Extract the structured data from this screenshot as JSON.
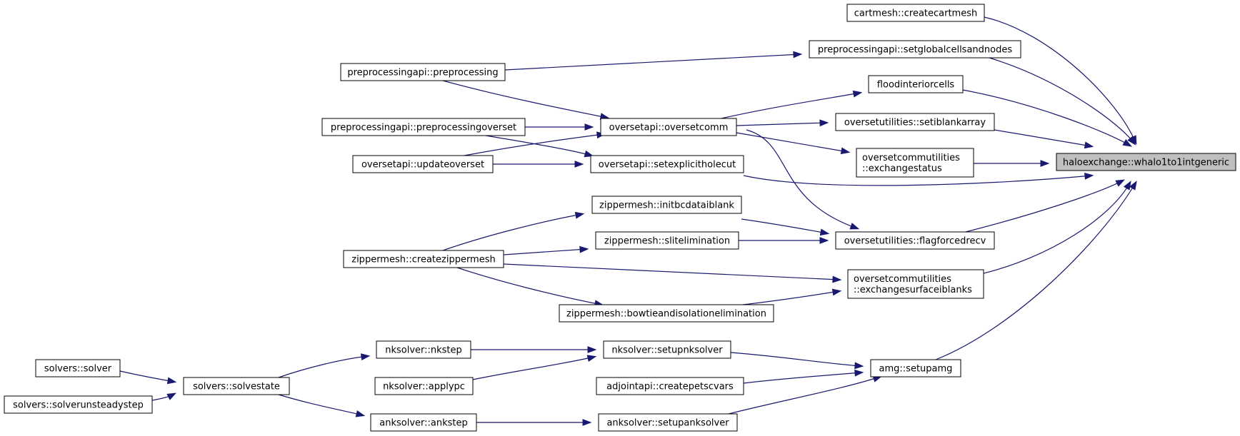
{
  "nodes": [
    {
      "id": "root",
      "lines": [
        "haloexchange::whalo1to1intgeneric"
      ],
      "highlight": true
    },
    {
      "id": "cartmesh",
      "lines": [
        "cartmesh::createcartmesh"
      ]
    },
    {
      "id": "setglobal",
      "lines": [
        "preprocessingapi::setglobalcellsandnodes"
      ]
    },
    {
      "id": "preproc",
      "lines": [
        "preprocessingapi::preprocessing"
      ]
    },
    {
      "id": "flood",
      "lines": [
        "floodinteriorcells"
      ]
    },
    {
      "id": "preprocov",
      "lines": [
        "preprocessingapi::preprocessingoverset"
      ]
    },
    {
      "id": "oversetcomm",
      "lines": [
        "oversetapi::oversetcomm"
      ]
    },
    {
      "id": "setiblank",
      "lines": [
        "oversetutilities::setiblankarray"
      ]
    },
    {
      "id": "updateov",
      "lines": [
        "oversetapi::updateoverset"
      ]
    },
    {
      "id": "setexpl",
      "lines": [
        "oversetapi::setexplicitholecut"
      ]
    },
    {
      "id": "exchstatus",
      "lines": [
        "oversetcommutilities",
        "::exchangestatus"
      ]
    },
    {
      "id": "initbc",
      "lines": [
        "zippermesh::initbcdataiblank"
      ]
    },
    {
      "id": "createzip",
      "lines": [
        "zippermesh::createzippermesh"
      ]
    },
    {
      "id": "slitelim",
      "lines": [
        "zippermesh::slitelimination"
      ]
    },
    {
      "id": "flagforced",
      "lines": [
        "oversetutilities::flagforcedrecv"
      ]
    },
    {
      "id": "bowtie",
      "lines": [
        "zippermesh::bowtieandisolationelimination"
      ]
    },
    {
      "id": "exchsurf",
      "lines": [
        "oversetcommutilities",
        "::exchangesurfaceiblanks"
      ]
    },
    {
      "id": "nkstep",
      "lines": [
        "nksolver::nkstep"
      ]
    },
    {
      "id": "setupnk",
      "lines": [
        "nksolver::setupnksolver"
      ]
    },
    {
      "id": "solver",
      "lines": [
        "solvers::solver"
      ]
    },
    {
      "id": "solvestate",
      "lines": [
        "solvers::solvestate"
      ]
    },
    {
      "id": "applypc",
      "lines": [
        "nksolver::applypc"
      ]
    },
    {
      "id": "setupamg",
      "lines": [
        "amg::setupamg"
      ]
    },
    {
      "id": "createpetsc",
      "lines": [
        "adjointapi::createpetscvars"
      ]
    },
    {
      "id": "unsteady",
      "lines": [
        "solvers::solverunsteadystep"
      ]
    },
    {
      "id": "ankstep",
      "lines": [
        "anksolver::ankstep"
      ]
    },
    {
      "id": "setupank",
      "lines": [
        "anksolver::setupanksolver"
      ]
    }
  ],
  "edges": [
    {
      "from": "cartmesh",
      "to": "root"
    },
    {
      "from": "setglobal",
      "to": "root"
    },
    {
      "from": "flood",
      "to": "root"
    },
    {
      "from": "setiblank",
      "to": "root"
    },
    {
      "from": "exchstatus",
      "to": "root"
    },
    {
      "from": "setexpl",
      "to": "root"
    },
    {
      "from": "flagforced",
      "to": "root"
    },
    {
      "from": "exchsurf",
      "to": "root"
    },
    {
      "from": "setupamg",
      "to": "root"
    },
    {
      "from": "preproc",
      "to": "setglobal"
    },
    {
      "from": "preproc",
      "to": "oversetcomm"
    },
    {
      "from": "preprocov",
      "to": "oversetcomm"
    },
    {
      "from": "preprocov",
      "to": "setexpl"
    },
    {
      "from": "updateov",
      "to": "oversetcomm"
    },
    {
      "from": "updateov",
      "to": "setexpl"
    },
    {
      "from": "oversetcomm",
      "to": "flood"
    },
    {
      "from": "oversetcomm",
      "to": "setiblank"
    },
    {
      "from": "oversetcomm",
      "to": "exchstatus"
    },
    {
      "from": "oversetcomm",
      "to": "flagforced"
    },
    {
      "from": "initbc",
      "to": "flagforced"
    },
    {
      "from": "slitelim",
      "to": "flagforced"
    },
    {
      "from": "createzip",
      "to": "initbc"
    },
    {
      "from": "createzip",
      "to": "slitelim"
    },
    {
      "from": "createzip",
      "to": "exchsurf"
    },
    {
      "from": "createzip",
      "to": "bowtie"
    },
    {
      "from": "bowtie",
      "to": "exchsurf"
    },
    {
      "from": "nkstep",
      "to": "setupnk"
    },
    {
      "from": "applypc",
      "to": "setupnk"
    },
    {
      "from": "setupnk",
      "to": "setupamg"
    },
    {
      "from": "createpetsc",
      "to": "setupamg"
    },
    {
      "from": "setupank",
      "to": "setupamg"
    },
    {
      "from": "ankstep",
      "to": "setupank"
    },
    {
      "from": "solvestate",
      "to": "nkstep"
    },
    {
      "from": "solvestate",
      "to": "ankstep"
    },
    {
      "from": "solver",
      "to": "solvestate"
    },
    {
      "from": "unsteady",
      "to": "solvestate"
    }
  ],
  "colors": {
    "edge": "#191970",
    "root_fill": "#bfbfbf",
    "node_fill": "#ffffff",
    "border": "#000000"
  }
}
